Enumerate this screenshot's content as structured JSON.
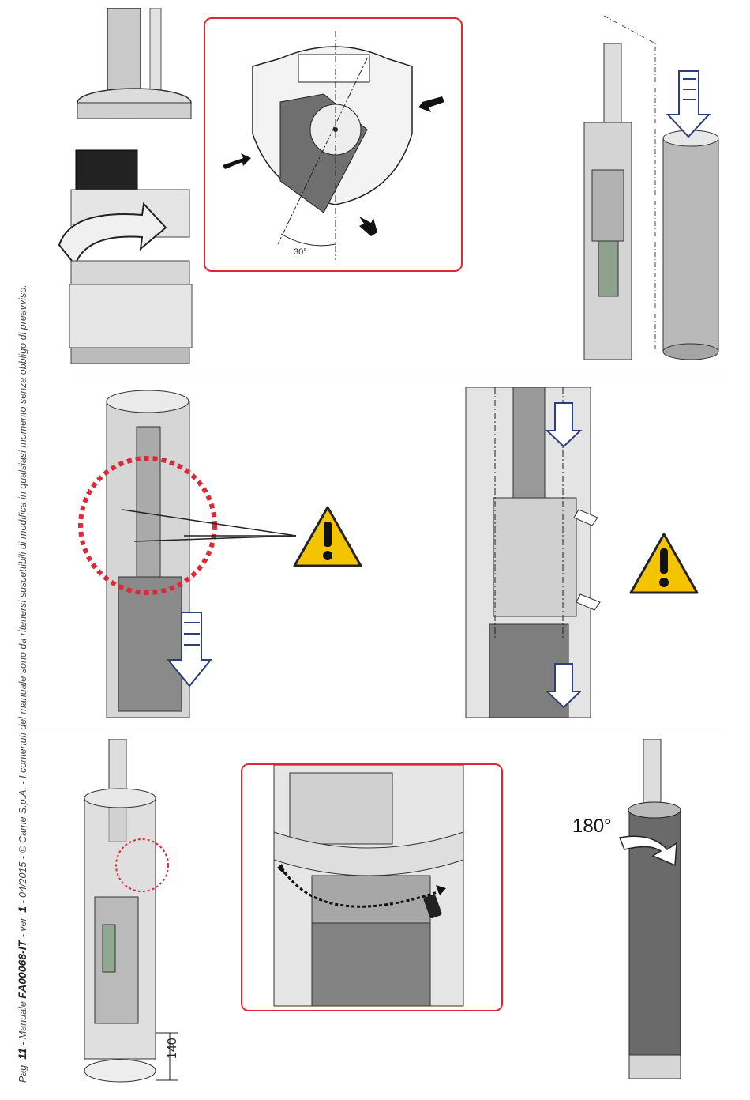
{
  "footer": {
    "page_prefix": "Pag.",
    "page_number": "11",
    "manual_prefix": "- Manuale",
    "manual_code": "FA00068-IT",
    "version_prefix": "- ver.",
    "version_number": "1",
    "rest": "- 04/2015 - © Came S.p.A. - I contenuti del manuale sono da ritenersi suscettibili di modifica in qualsiasi momento senza obbligo di preavviso."
  },
  "figures": {
    "angle_label": "30°",
    "rotation_label": "180°",
    "dimension_label": "140"
  },
  "colors": {
    "frame_red": "#d92b35",
    "warning_yellow": "#f5c400",
    "arrow_navy": "#2d3e7a",
    "metal_gray": "#b9b9b9",
    "tube_dark": "#6a6a6a"
  },
  "icons": [
    "warning-triangle-icon",
    "push-arrow-icon",
    "rotate-arrow-icon",
    "down-arrow-icon"
  ]
}
